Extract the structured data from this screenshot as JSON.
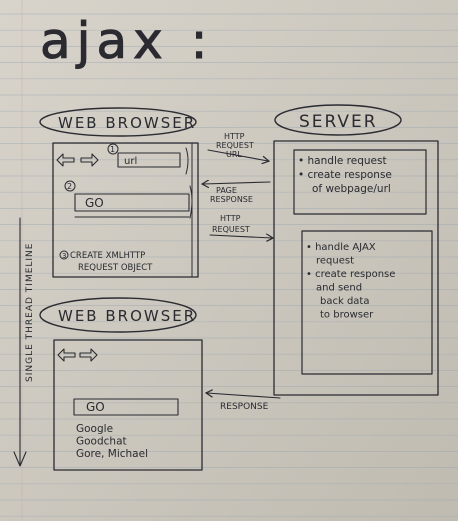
{
  "title": "ajax :",
  "browser_top": {
    "heading": "WEB BROWSER",
    "step1": "1",
    "url_field": "url",
    "step2": "2",
    "go_button": "GO",
    "step3": "3",
    "note_line1": "CREATE XMLHTTP",
    "note_line2": "REQUEST OBJECT"
  },
  "server": {
    "heading": "SERVER",
    "box1": [
      "• handle request",
      "• create response",
      "of webpage/url"
    ],
    "box2": [
      "• handle AJAX",
      "request",
      "• create response",
      "and send",
      "back data",
      "to browser"
    ]
  },
  "arrows": {
    "http1_line1": "HTTP",
    "http1_line2": "REQUEST",
    "http1_line3": "URL",
    "page_line1": "PAGE",
    "page_line2": "RESPONSE",
    "http2_line1": "HTTP",
    "http2_line2": "REQUEST",
    "response": "RESPONSE"
  },
  "timeline": "SINGLE THREAD TIMELINE",
  "browser_bottom": {
    "heading": "WEB BROWSER",
    "go_button": "GO",
    "suggestions": [
      "Google",
      "Goodchat",
      "Gore, Michael"
    ]
  },
  "colors": {
    "paper": "#d1cdc3",
    "ink": "#2b2b32",
    "rule": "#9aa3b0"
  }
}
